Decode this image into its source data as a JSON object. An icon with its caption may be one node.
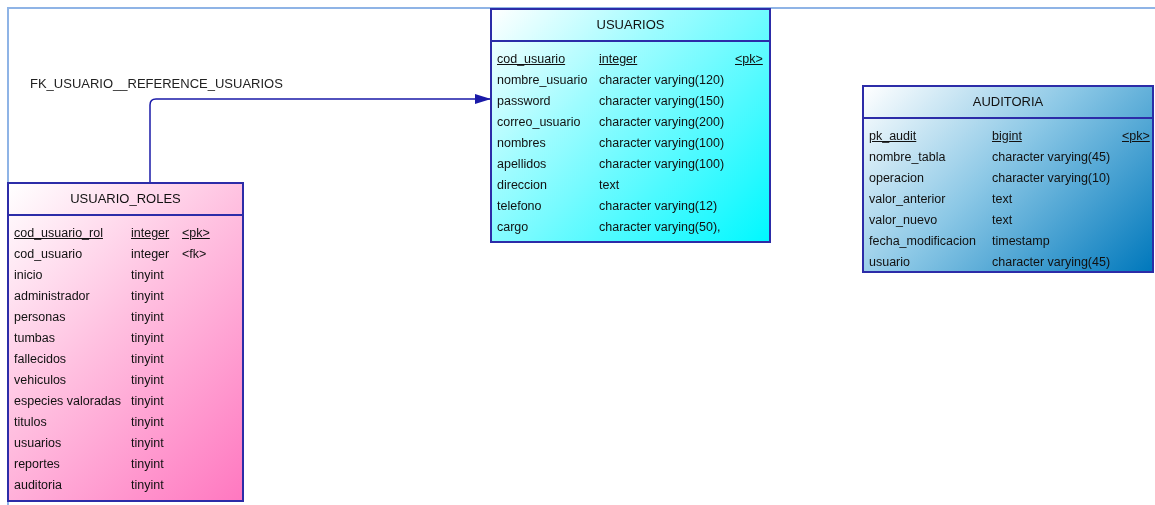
{
  "diagram": {
    "nodes": [
      {
        "text": [
          "USUARIOS",
          "cod_usuario",
          "integer",
          "<pk>",
          "nombre_usuario",
          "character varying(120)",
          "password",
          "character varying(150)",
          "correo_usuario",
          "character varying(200)",
          "nombres",
          "character varying(100)",
          "apellidos",
          "character varying(100)",
          "direccion",
          "text",
          "telefono",
          "character varying(12)",
          "cargo",
          "character varying(50),"
        ]
      },
      {
        "text": [
          "AUDITORIA",
          "pk_audit",
          "bigint",
          "<pk>",
          "nombre_tabla",
          "character varying(45)",
          "operacion",
          "character varying(10)",
          "valor_anterior",
          "text",
          "valor_nuevo",
          "text",
          "fecha_modificacion",
          "timestamp",
          "usuario",
          "character varying(45)"
        ]
      },
      {
        "text": [
          "USUARIO_ROLES",
          "cod_usuario_rol",
          "integer",
          "<pk>",
          "cod_usuario",
          "integer",
          "<fk>",
          "inicio",
          "tinyint",
          "administrador",
          "tinyint",
          "personas",
          "tinyint",
          "tumbas",
          "tinyint",
          "fallecidos",
          "tinyint",
          "vehiculos",
          "tinyint",
          "especies valoradas",
          "tinyint",
          "titulos",
          "tinyint",
          "usuarios",
          "tinyint",
          "reportes",
          "tinyint",
          "auditoria",
          "tinyint"
        ]
      }
    ],
    "edges": [
      {
        "from": 2,
        "to": 0,
        "arrow": "to",
        "label": "FK_USUARIO__REFERENCE_USUARIOS"
      }
    ]
  }
}
